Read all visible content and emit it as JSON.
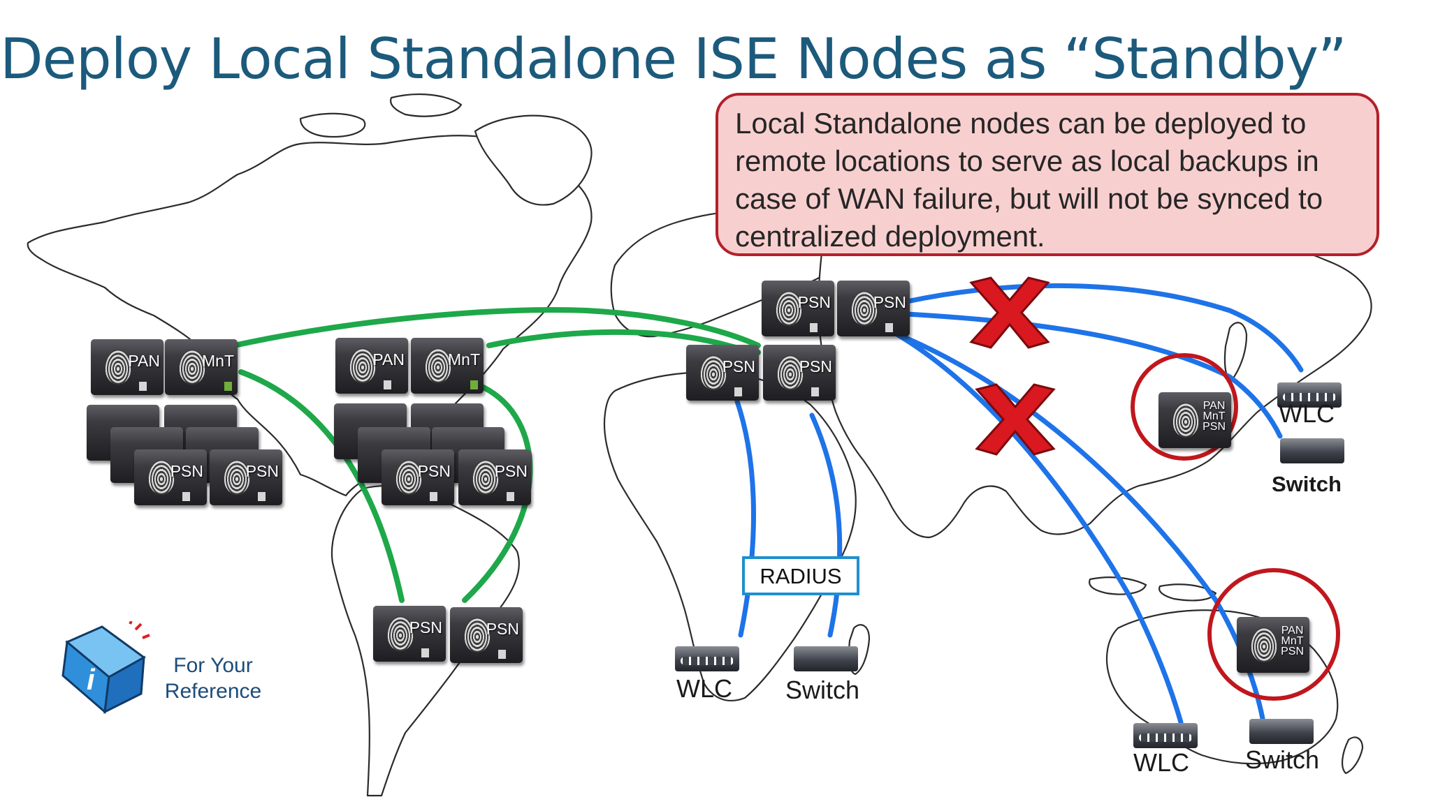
{
  "title": "Deploy Local Standalone ISE Nodes as “Standby”",
  "callout": "Local Standalone nodes can be deployed to remote locations to serve as local backups in case of WAN failure, but will not be synced to centralized deployment.",
  "node_labels": {
    "pan": "PAN",
    "mnt": "MnT",
    "psn": "PSN",
    "standalone": [
      "PAN",
      "MnT",
      "PSN"
    ]
  },
  "devices": {
    "wlc": "WLC",
    "switch": "Switch"
  },
  "radius_label": "RADIUS",
  "reference": [
    "For Your",
    "Reference"
  ],
  "colors": {
    "title": "#1c5a7c",
    "green_link": "#1ea84a",
    "blue_link": "#1e73e8",
    "failure_x": "#d9181f",
    "callout_fill": "#f8cfcf",
    "callout_border": "#b3202a",
    "highlight_circle": "#c0171d"
  },
  "icons": [
    "world-map",
    "fingerprint-icon",
    "wireless-controller-icon",
    "switch-icon",
    "info-book-icon",
    "failure-x-icon"
  ]
}
